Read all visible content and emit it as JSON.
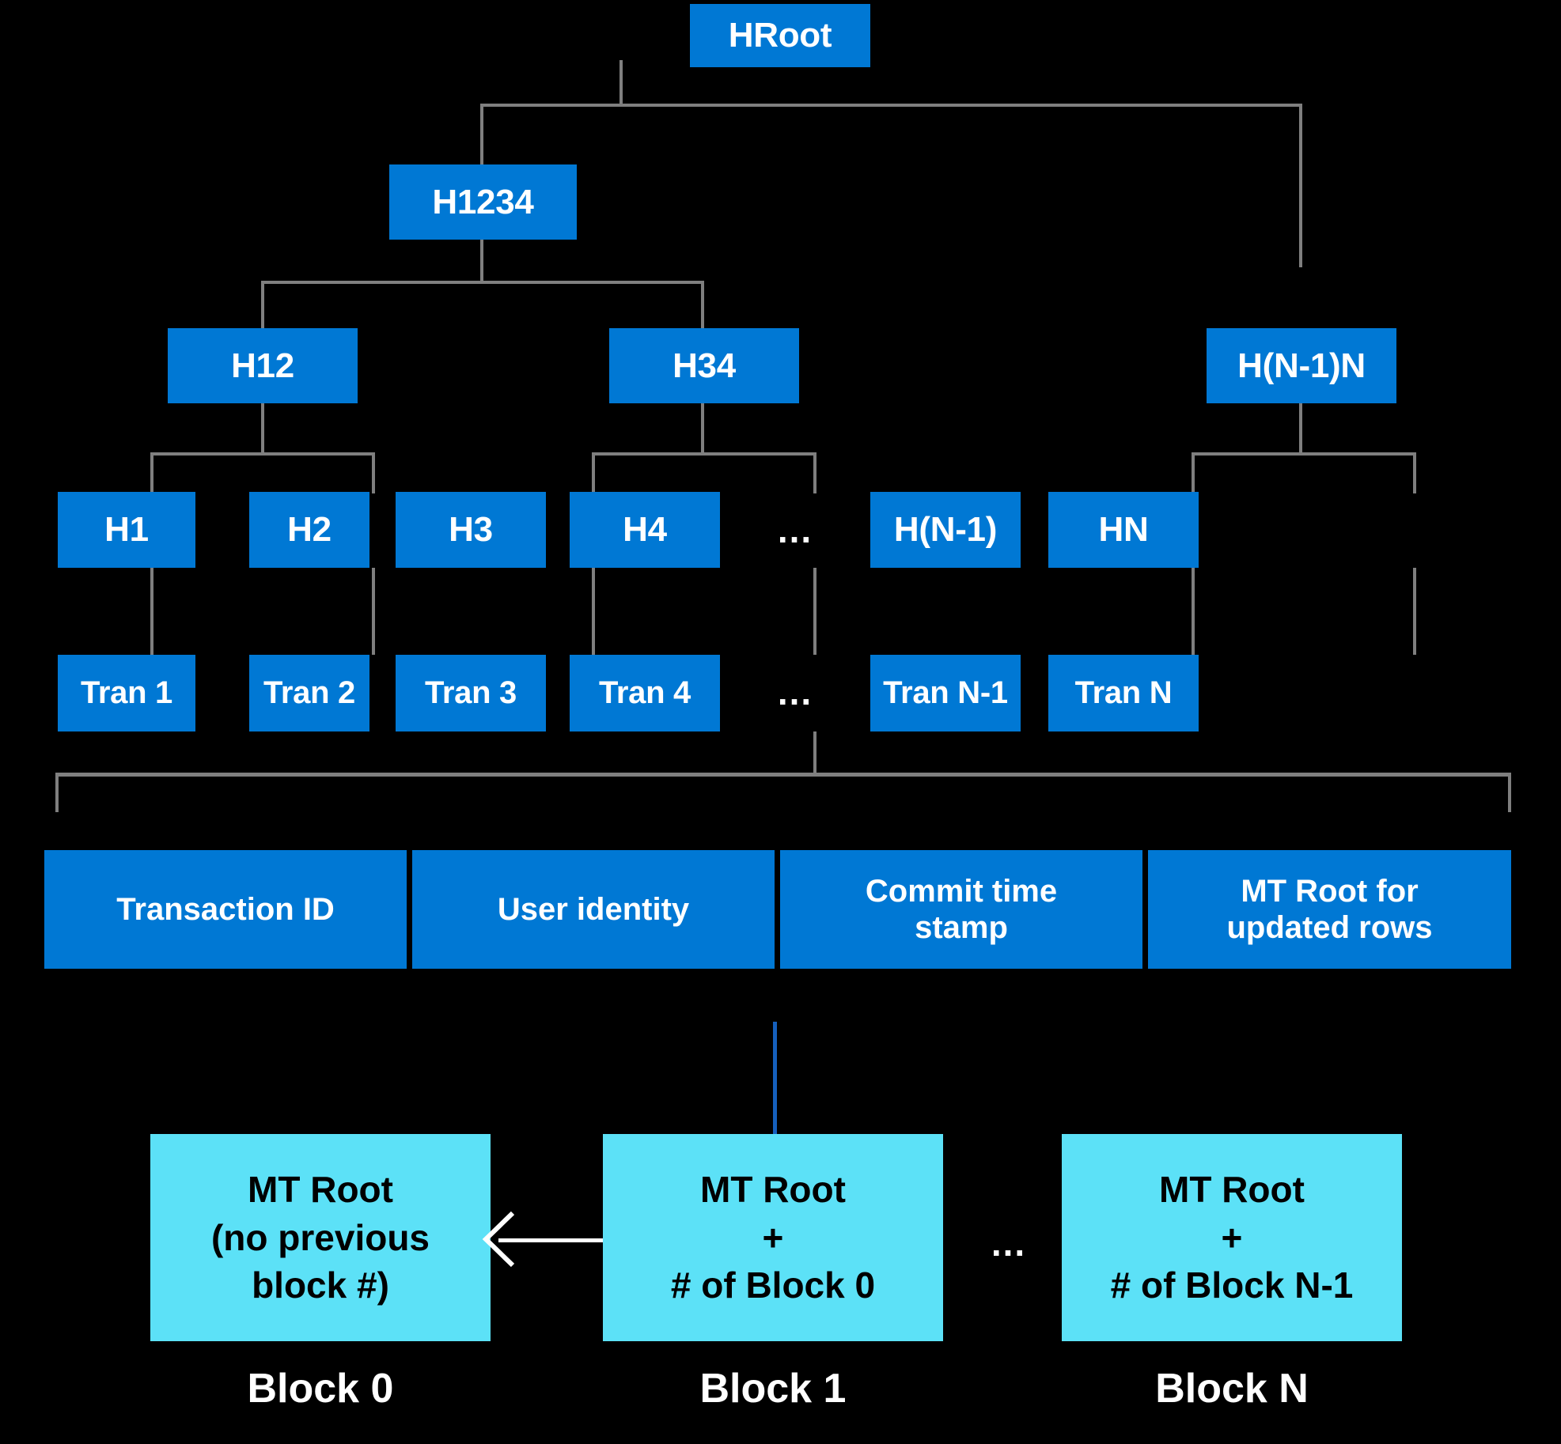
{
  "colors": {
    "background": "#000000",
    "node_fill": "#0078D4",
    "node_text": "#FFFFFF",
    "block_fill": "#5CE1F7",
    "block_text": "#000000",
    "connector": "#7F7F7F",
    "arrow": "#FFFFFF",
    "block_link": "#1560BD"
  },
  "merkle_tree": {
    "root": {
      "label": "HRoot"
    },
    "level2": [
      {
        "label": "H1234"
      }
    ],
    "level3": [
      {
        "label": "H12"
      },
      {
        "label": "H34"
      },
      {
        "label": "H(N-1)N"
      }
    ],
    "level4": [
      {
        "label": "H1"
      },
      {
        "label": "H2"
      },
      {
        "label": "H3"
      },
      {
        "label": "H4"
      },
      {
        "label": "H(N-1)"
      },
      {
        "label": "HN"
      }
    ],
    "level4_ellipsis": "...",
    "transactions": [
      {
        "label": "Tran 1"
      },
      {
        "label": "Tran 2"
      },
      {
        "label": "Tran 3"
      },
      {
        "label": "Tran 4"
      },
      {
        "label": "Tran N-1"
      },
      {
        "label": "Tran N"
      }
    ],
    "transactions_ellipsis": "..."
  },
  "transaction_record": {
    "fields": [
      {
        "label": "Transaction ID"
      },
      {
        "label": "User identity"
      },
      {
        "label": "Commit time\nstamp"
      },
      {
        "label": "MT Root for\nupdated rows"
      }
    ]
  },
  "blockchain": {
    "blocks": [
      {
        "content": "MT Root\n(no previous\nblock #)",
        "label": "Block 0"
      },
      {
        "content": "MT Root\n+\n# of Block 0",
        "label": "Block 1"
      },
      {
        "content": "MT Root\n+\n# of Block N-1",
        "label": "Block N"
      }
    ],
    "ellipsis": "..."
  }
}
